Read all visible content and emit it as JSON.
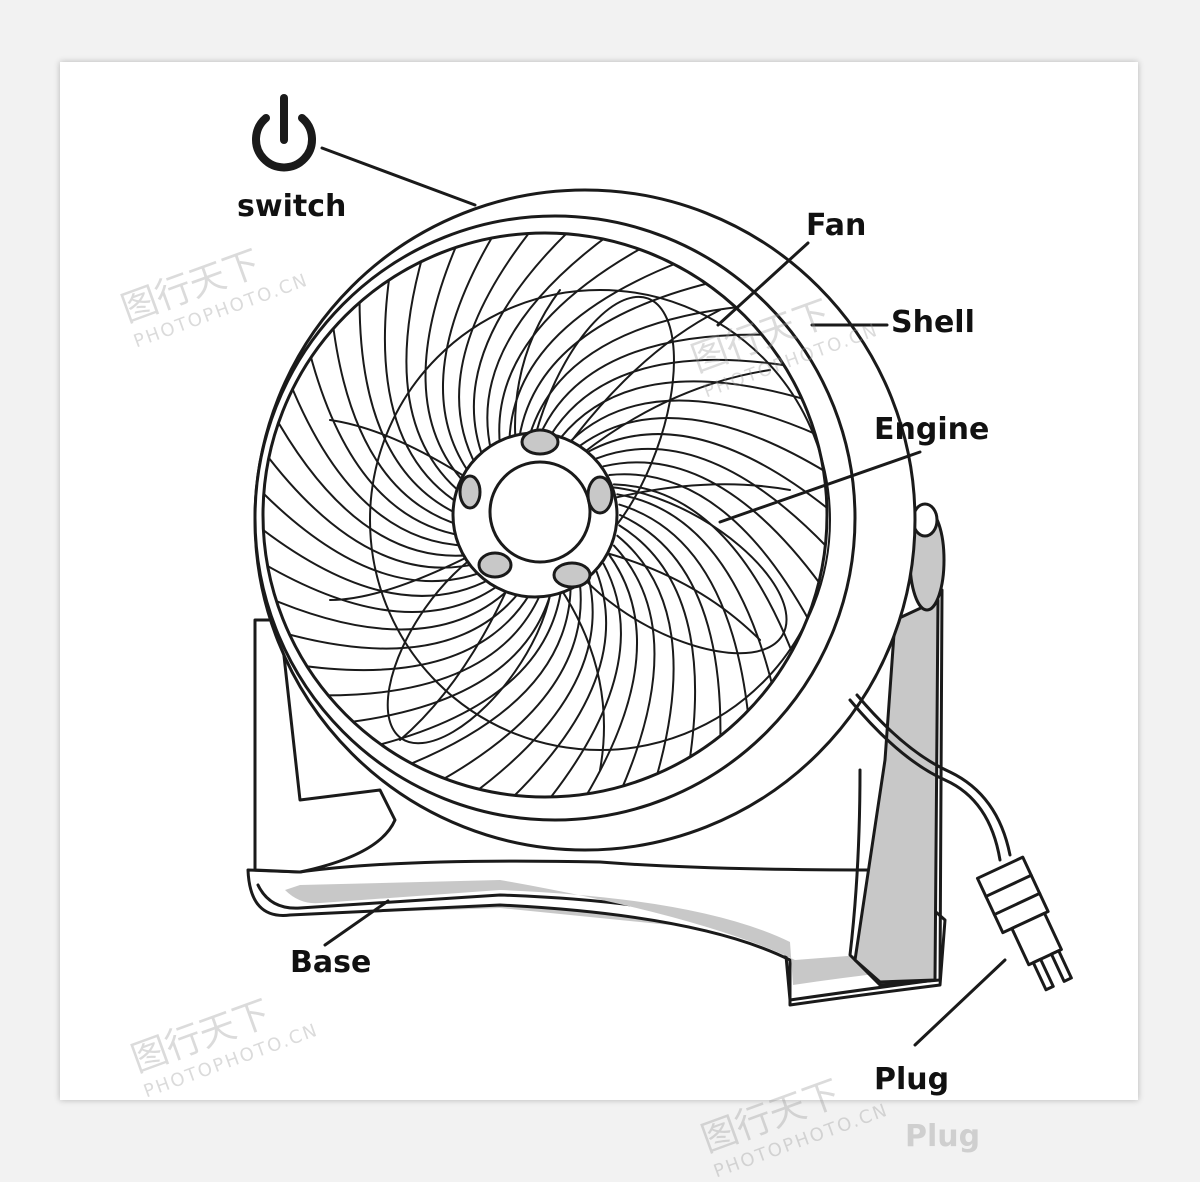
{
  "labels": {
    "switch": "switch",
    "fan": "Fan",
    "shell": "Shell",
    "engine": "Engine",
    "base": "Base",
    "plug": "Plug",
    "plug_ghost": "Plug"
  },
  "watermark": {
    "text": "PHOTOPHOTO.CN",
    "logo": "图行天下"
  },
  "colors": {
    "line": "#1a1a1a",
    "fill_gray": "#c8c8c8",
    "background": "#ffffff"
  },
  "icons": {
    "power": "power-icon"
  }
}
